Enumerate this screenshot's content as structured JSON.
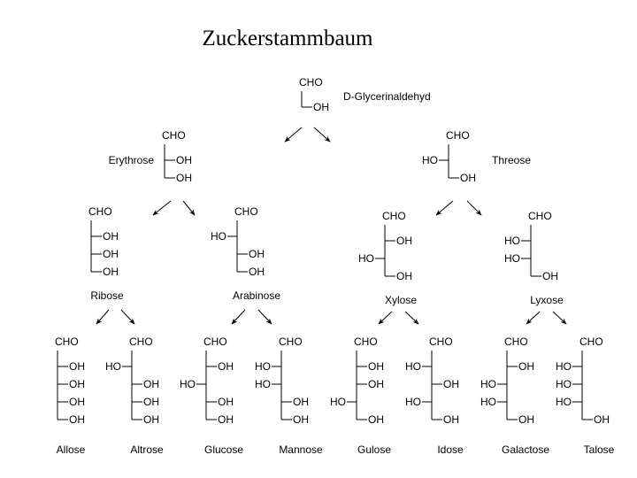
{
  "title": "Zuckerstammbaum",
  "groups": {
    "aldehyde": "CHO",
    "hydroxyl": "OH",
    "hydroxyl_left": "HO"
  },
  "sugars": [
    {
      "id": "glyceraldehyde",
      "name": "D-Glycerinaldehyd",
      "oh": [
        "R"
      ]
    },
    {
      "id": "erythrose",
      "name": "Erythrose",
      "oh": [
        "R",
        "R"
      ]
    },
    {
      "id": "threose",
      "name": "Threose",
      "oh": [
        "L",
        "R"
      ]
    },
    {
      "id": "ribose",
      "name": "Ribose",
      "oh": [
        "R",
        "R",
        "R"
      ]
    },
    {
      "id": "arabinose",
      "name": "Arabinose",
      "oh": [
        "L",
        "R",
        "R"
      ]
    },
    {
      "id": "xylose",
      "name": "Xylose",
      "oh": [
        "R",
        "L",
        "R"
      ]
    },
    {
      "id": "lyxose",
      "name": "Lyxose",
      "oh": [
        "L",
        "L",
        "R"
      ]
    },
    {
      "id": "allose",
      "name": "Allose",
      "oh": [
        "R",
        "R",
        "R",
        "R"
      ]
    },
    {
      "id": "altrose",
      "name": "Altrose",
      "oh": [
        "L",
        "R",
        "R",
        "R"
      ]
    },
    {
      "id": "glucose",
      "name": "Glucose",
      "oh": [
        "R",
        "L",
        "R",
        "R"
      ]
    },
    {
      "id": "mannose",
      "name": "Mannose",
      "oh": [
        "L",
        "L",
        "R",
        "R"
      ]
    },
    {
      "id": "gulose",
      "name": "Gulose",
      "oh": [
        "R",
        "R",
        "L",
        "R"
      ]
    },
    {
      "id": "idose",
      "name": "Idose",
      "oh": [
        "L",
        "R",
        "L",
        "R"
      ]
    },
    {
      "id": "galactose",
      "name": "Galactose",
      "oh": [
        "R",
        "L",
        "L",
        "R"
      ]
    },
    {
      "id": "talose",
      "name": "Talose",
      "oh": [
        "L",
        "L",
        "L",
        "R"
      ]
    }
  ]
}
